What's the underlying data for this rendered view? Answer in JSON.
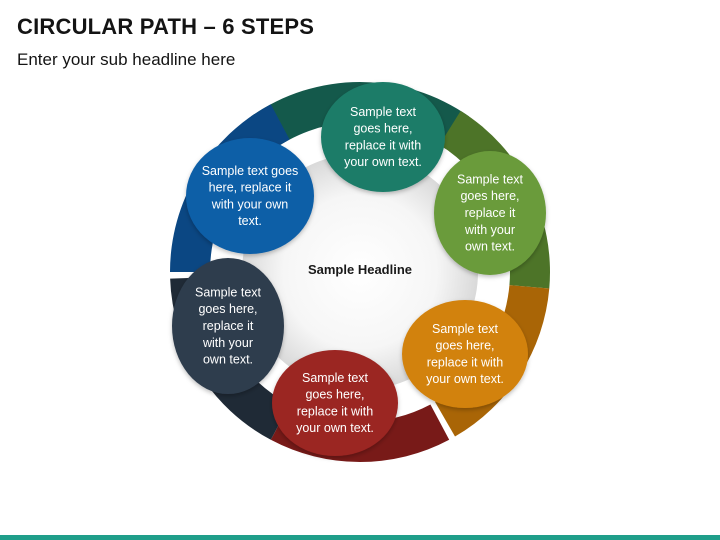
{
  "title": "CIRCULAR PATH – 6 STEPS",
  "subtitle": "Enter your sub headline here",
  "center": {
    "headline": "Sample Headline"
  },
  "steps": [
    {
      "id": "teal",
      "color": "#1d7c68",
      "dark": "#14594b",
      "lines": [
        "Sample text",
        "goes here,",
        "replace it with",
        "your own text."
      ]
    },
    {
      "id": "green",
      "color": "#6a9b3b",
      "dark": "#4d7428",
      "lines": [
        "Sample text",
        "goes here,",
        "replace it",
        "with your",
        "own text."
      ]
    },
    {
      "id": "orange",
      "color": "#d2820c",
      "dark": "#a96506",
      "lines": [
        "Sample text",
        "goes here,",
        "replace it with",
        "your own text."
      ]
    },
    {
      "id": "red",
      "color": "#9b2522",
      "dark": "#781a18",
      "lines": [
        "Sample text",
        "goes here,",
        "replace it with",
        "your own text."
      ]
    },
    {
      "id": "navy",
      "color": "#2f3d4d",
      "dark": "#1f2a36",
      "lines": [
        "Sample text",
        "goes here,",
        "replace it",
        "with your",
        "own text."
      ]
    },
    {
      "id": "blue",
      "color": "#0f5ea7",
      "dark": "#0b4783",
      "lines": [
        "Sample text goes",
        "here, replace it",
        "with your own",
        "text."
      ]
    }
  ]
}
